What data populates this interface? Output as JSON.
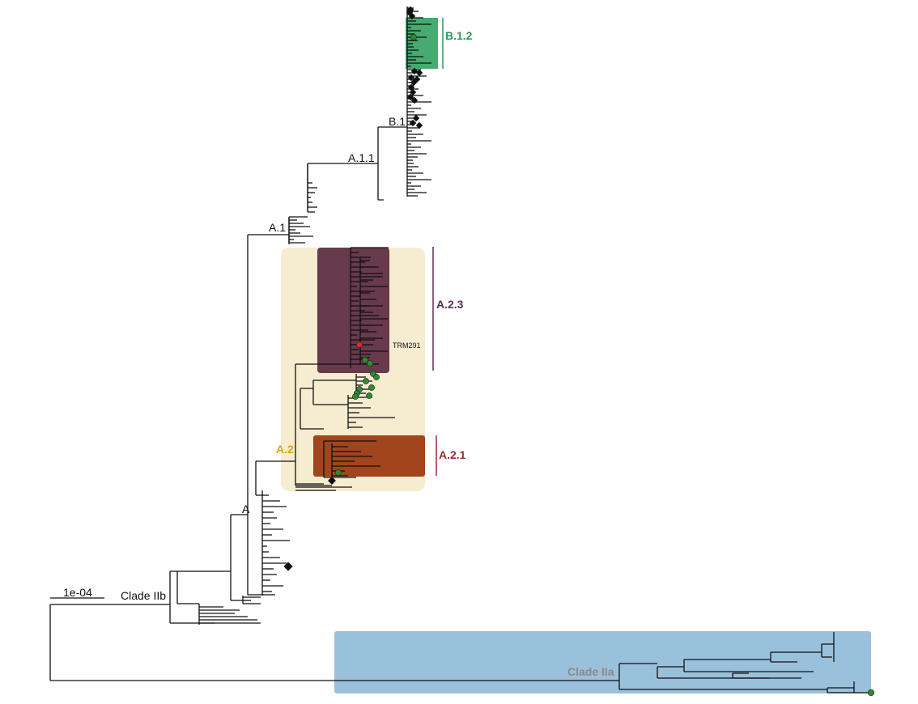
{
  "figure": {
    "scale_bar_label": "1e-04",
    "node_labels": {
      "clade_iib": "Clade IIb",
      "a": "A",
      "a1": "A.1",
      "a11": "A.1.1",
      "b1": "B.1",
      "a2": "A.2"
    },
    "clades": {
      "b12": {
        "label": "B.1.2",
        "color": "#2e9a5a",
        "fill": "#47aa6f"
      },
      "a23": {
        "label": "A.2.3",
        "color": "#5a2d55",
        "fill": "#673a4c"
      },
      "a21": {
        "label": "A.2.1",
        "color": "#9b2d2d",
        "fill": "#a0451c"
      },
      "a2_highlight_fill": "#f6ecd0",
      "clade_iia": {
        "label": "Clade IIa",
        "color": "#8a8a8a",
        "fill": "#9ac1dc"
      }
    },
    "a2_label_color": "#d9a51a",
    "tip_labels": {
      "trm291": "TRM291"
    },
    "marker_colors": {
      "green": "#2e8b2e",
      "red": "#e8262e",
      "black": "#111111"
    }
  }
}
